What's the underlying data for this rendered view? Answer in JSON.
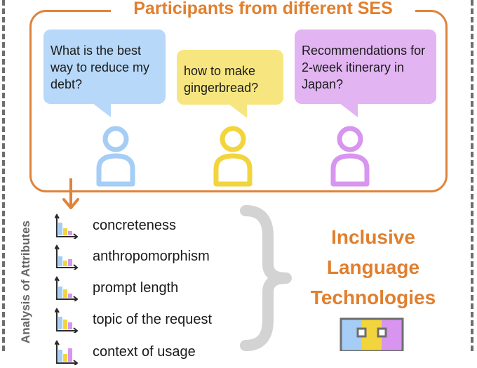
{
  "group": {
    "title": "Participants from different SES",
    "color": "#e0833a"
  },
  "participants": [
    {
      "question": "What is the best way to reduce my debt?",
      "color": "#b7d8f8",
      "icon_color": "#a5cdf5",
      "icon": "person-icon"
    },
    {
      "question": "how to make gingerbread?",
      "color": "#f7e680",
      "icon_color": "#f2d53c",
      "icon": "person-icon"
    },
    {
      "question": "Recommendations for 2-week itinerary in Japan?",
      "color": "#e2b4f2",
      "icon_color": "#d895ef",
      "icon": "person-icon"
    }
  ],
  "analysis": {
    "vertical_label": "Analysis of Attributes",
    "attributes": [
      {
        "label": "concreteness",
        "icon": "bar-chart-icon"
      },
      {
        "label": "anthropomorphism",
        "icon": "bar-chart-icon"
      },
      {
        "label": "prompt length",
        "icon": "bar-chart-icon"
      },
      {
        "label": "topic of the request",
        "icon": "bar-chart-icon"
      },
      {
        "label": "context of usage",
        "icon": "bar-chart-icon"
      }
    ]
  },
  "result": {
    "title_lines": [
      "Inclusive",
      "Language",
      "Technologies"
    ],
    "icon": "robot-icon"
  }
}
